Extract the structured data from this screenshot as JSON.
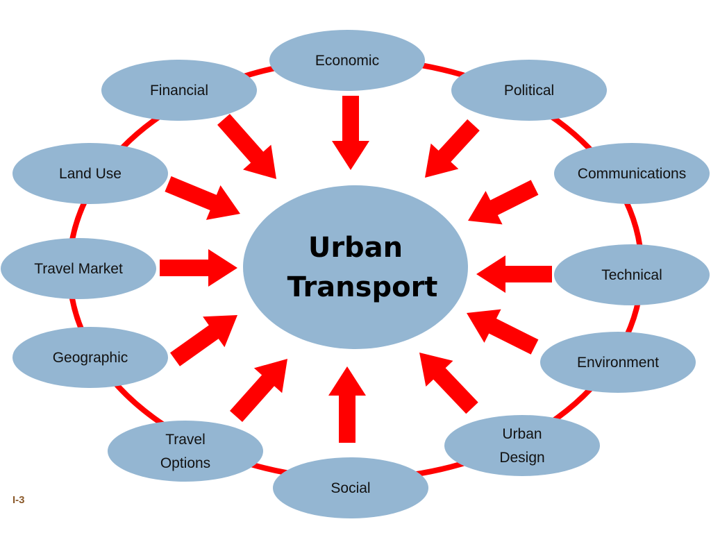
{
  "colors": {
    "ellipse_fill": "#94b6d2",
    "ring": "#ff0000",
    "arrow": "#ff0000",
    "slide_number": "#8b5a2b"
  },
  "center": {
    "line1": "Urban",
    "line2": "Transport"
  },
  "nodes": [
    {
      "id": "economic",
      "lines": [
        "Economic"
      ]
    },
    {
      "id": "political",
      "lines": [
        "Political"
      ]
    },
    {
      "id": "communications",
      "lines": [
        "Communications"
      ]
    },
    {
      "id": "technical",
      "lines": [
        "Technical"
      ]
    },
    {
      "id": "environment",
      "lines": [
        "Environment"
      ]
    },
    {
      "id": "urban-design",
      "lines": [
        "Urban",
        "Design"
      ]
    },
    {
      "id": "social",
      "lines": [
        "Social"
      ]
    },
    {
      "id": "travel-options",
      "lines": [
        "Travel",
        "Options"
      ]
    },
    {
      "id": "geographic",
      "lines": [
        "Geographic"
      ]
    },
    {
      "id": "travel-market",
      "lines": [
        "Travel Market"
      ]
    },
    {
      "id": "land-use",
      "lines": [
        "Land Use"
      ]
    },
    {
      "id": "financial",
      "lines": [
        "Financial"
      ]
    }
  ],
  "slide_number": "I-3"
}
